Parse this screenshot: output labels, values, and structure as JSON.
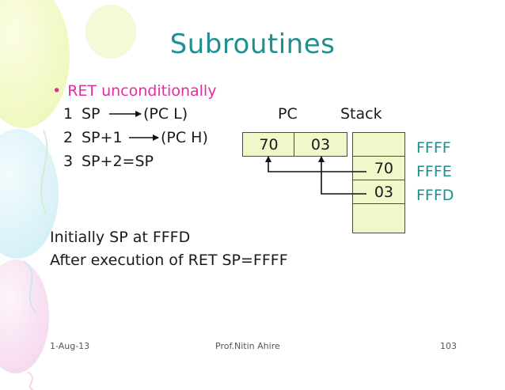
{
  "title": "Subroutines",
  "bullet": "RET unconditionally",
  "steps": [
    {
      "num": "1",
      "src": "SP",
      "dst": "(PC L)"
    },
    {
      "num": "2",
      "src": "SP+1",
      "dst": "(PC H)"
    },
    {
      "num": "3",
      "text": "SP+2=SP"
    }
  ],
  "pc": {
    "label": "PC",
    "high": "70",
    "low": "03"
  },
  "stack": {
    "label": "Stack",
    "cells": [
      "",
      "70",
      "03",
      ""
    ],
    "addresses": [
      "FFFF",
      "FFFE",
      "FFFD"
    ]
  },
  "notes": [
    "Initially SP at FFFD",
    "After execution of RET SP=FFFF"
  ],
  "footer": {
    "date": "1-Aug-13",
    "author": "Prof.Nitin Ahire",
    "page": "103"
  },
  "colors": {
    "title": "#1f8f8f",
    "bullet": "#e52ba0",
    "cell": "#f0f7c8"
  }
}
